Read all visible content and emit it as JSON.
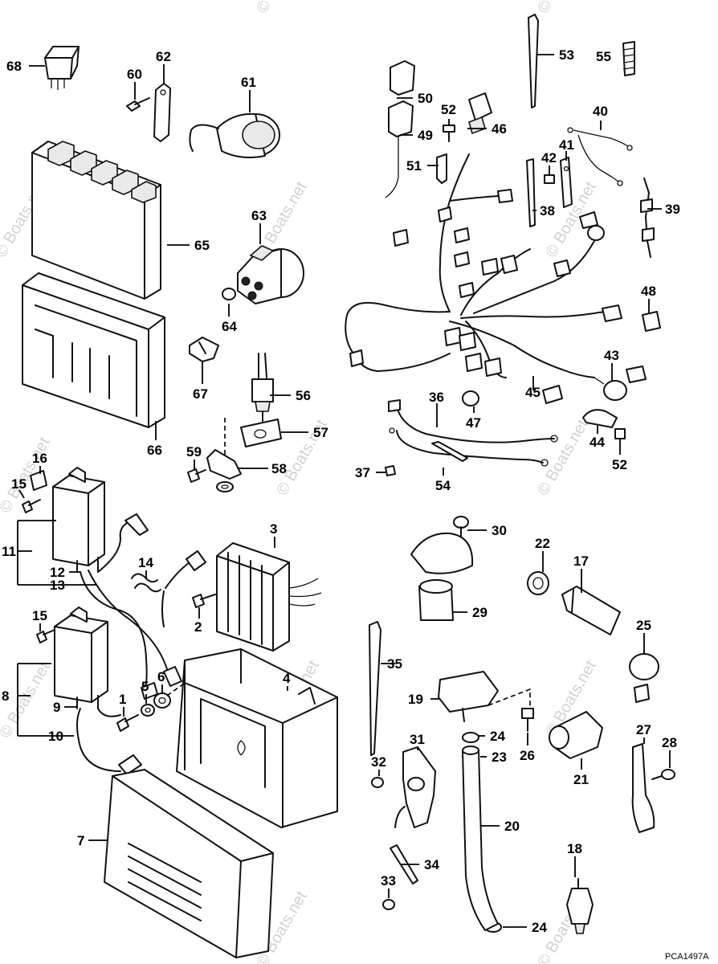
{
  "diagram": {
    "watermark_text": "© Boats.net",
    "watermark_icon": "copyright-icon",
    "drawing_code": "PCA1497A",
    "callouts": [
      "1",
      "2",
      "3",
      "4",
      "5",
      "6",
      "7",
      "8",
      "9",
      "10",
      "11",
      "12",
      "13",
      "14",
      "15",
      "15",
      "16",
      "17",
      "18",
      "19",
      "20",
      "21",
      "22",
      "23",
      "24",
      "24",
      "25",
      "26",
      "27",
      "28",
      "29",
      "30",
      "31",
      "32",
      "33",
      "34",
      "35",
      "36",
      "37",
      "38",
      "39",
      "40",
      "41",
      "42",
      "43",
      "44",
      "45",
      "46",
      "47",
      "48",
      "49",
      "50",
      "51",
      "52",
      "52",
      "53",
      "54",
      "55",
      "56",
      "57",
      "58",
      "59",
      "60",
      "61",
      "62",
      "63",
      "64",
      "65",
      "66",
      "67",
      "68"
    ]
  }
}
